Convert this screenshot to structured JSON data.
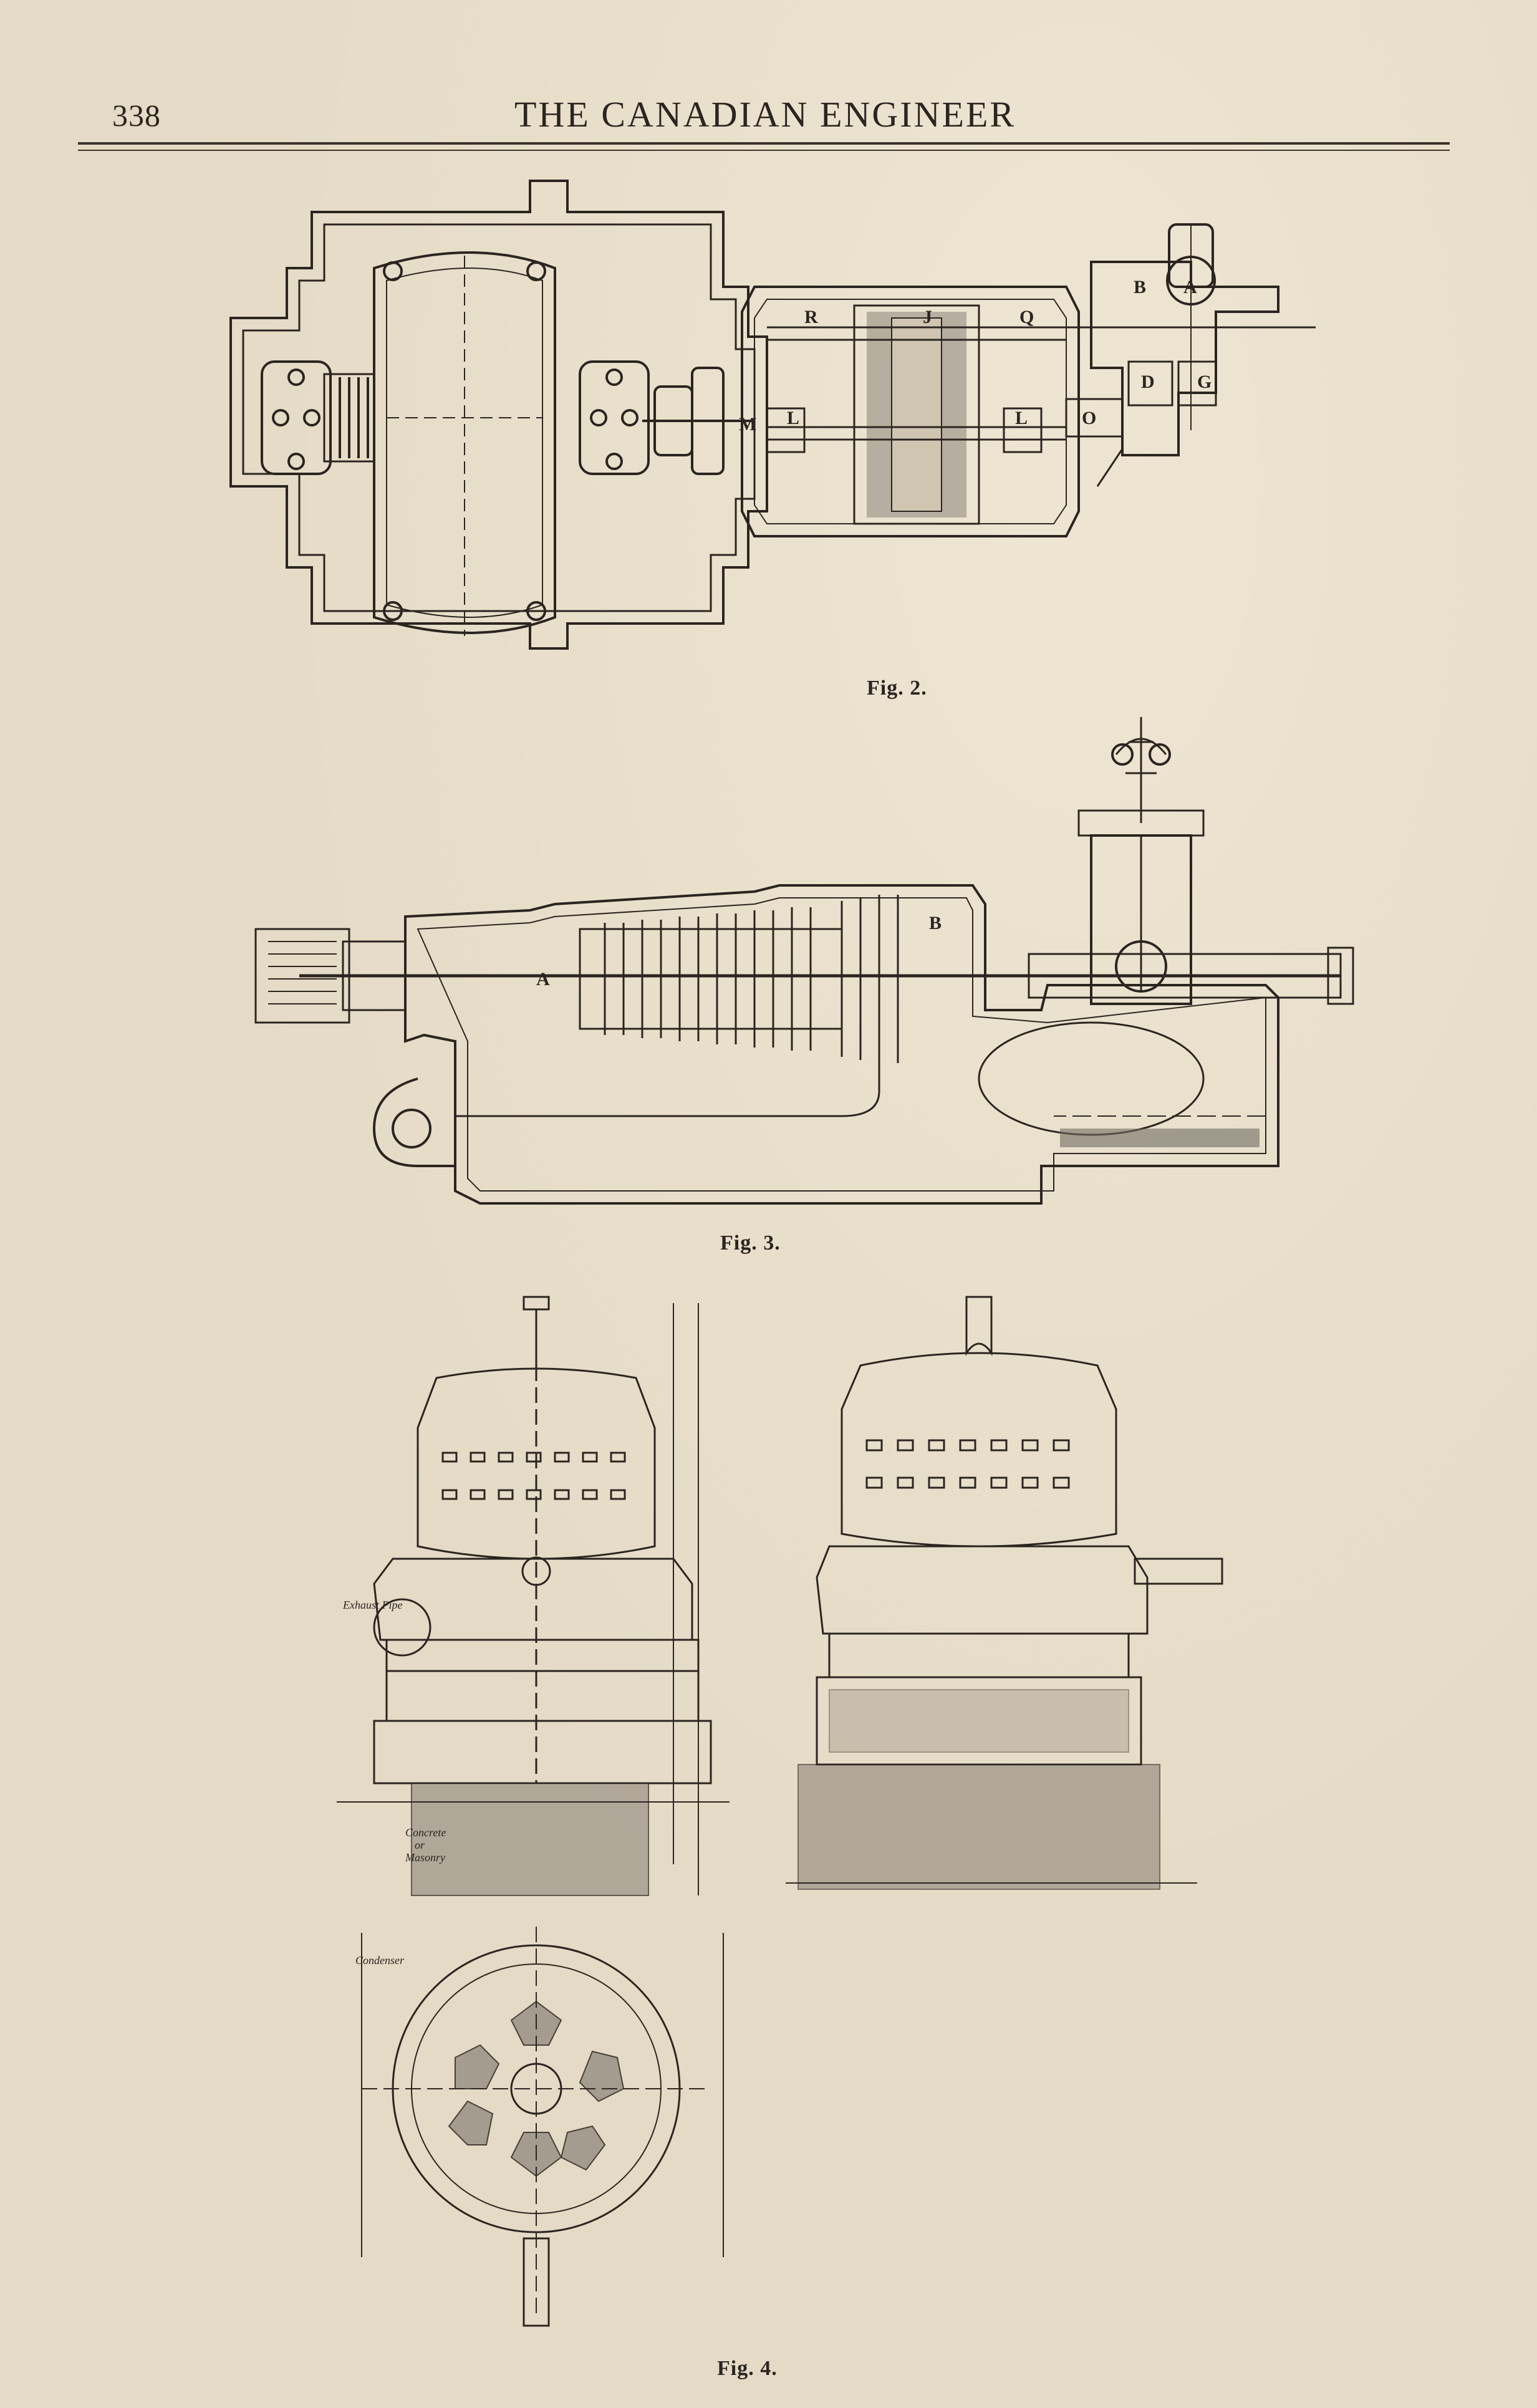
{
  "page": {
    "number": "338",
    "journal_title": "THE CANADIAN ENGINEER"
  },
  "figures": [
    {
      "id": "fig2",
      "caption": "Fig. 2.",
      "labels": [
        "B",
        "A",
        "D",
        "G",
        "M",
        "L",
        "L",
        "O",
        "R",
        "J",
        "Q"
      ]
    },
    {
      "id": "fig3",
      "caption": "Fig. 3.",
      "labels": [
        "A",
        "B"
      ]
    },
    {
      "id": "fig4",
      "caption": "Fig. 4.",
      "labels": [
        "Exhaust Pipe",
        "Concrete or Masonry",
        "Condenser"
      ]
    }
  ],
  "colors": {
    "paper": "#e4dac5",
    "ink": "#2b2520"
  }
}
